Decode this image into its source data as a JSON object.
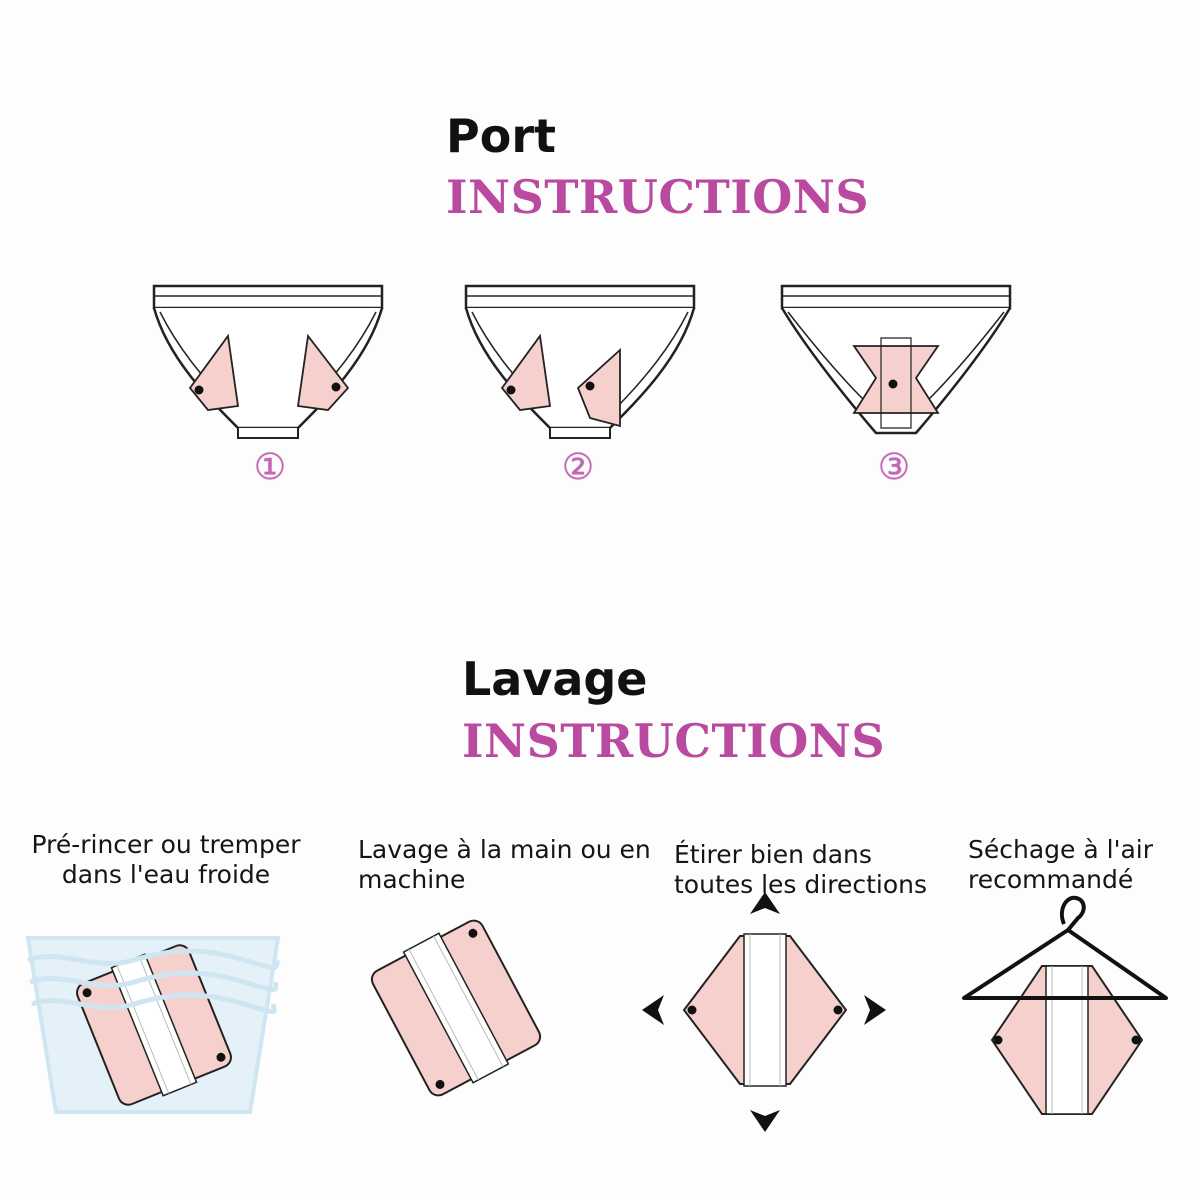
{
  "wear": {
    "title": "Port",
    "subtitle": "INSTRUCTIONS",
    "steps": [
      {
        "number": "①"
      },
      {
        "number": "②"
      },
      {
        "number": "③"
      }
    ]
  },
  "wash": {
    "title": "Lavage",
    "subtitle": "INSTRUCTIONS",
    "steps": [
      {
        "caption": "Pré-rincer ou tremper\ndans l'eau froide"
      },
      {
        "caption": "Lavage à la main ou en\nmachine"
      },
      {
        "caption": "Étirer bien dans\ntoutes les directions"
      },
      {
        "caption": "Séchage à l'air\nrecommandé"
      }
    ]
  },
  "colors": {
    "accent": "#b94a9f",
    "pad_pink": "#f5d0cc",
    "water_blue": "#cfe6f2",
    "line": "#222222"
  }
}
